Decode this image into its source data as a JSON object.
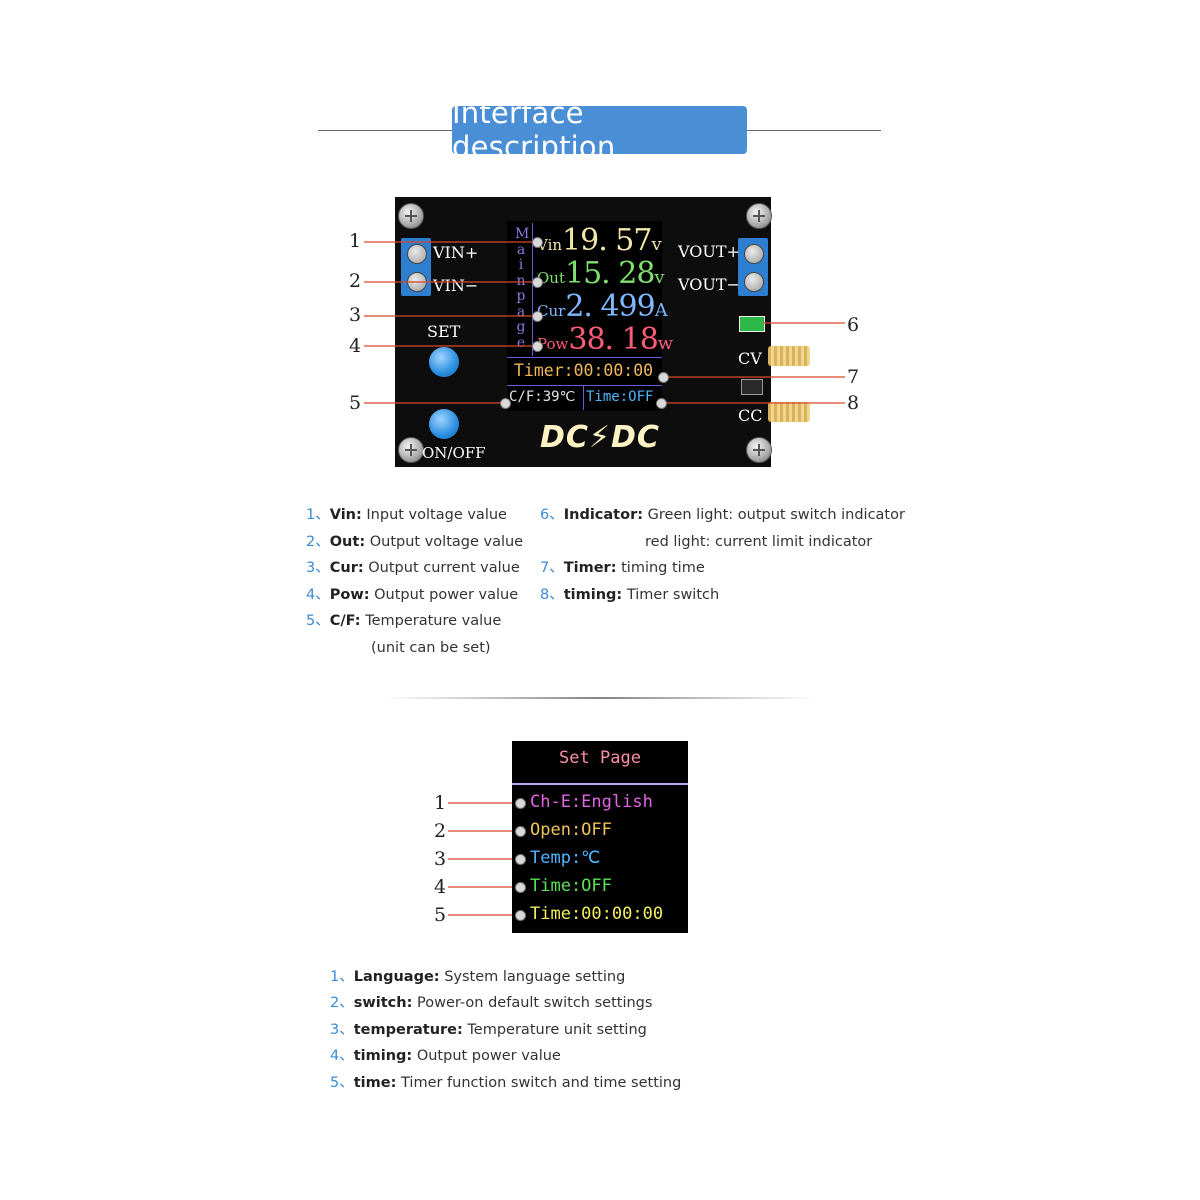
{
  "header": {
    "title": "Interface description"
  },
  "board": {
    "terminals": {
      "vin_plus": "VIN+",
      "vin_minus": "VIN−",
      "vout_plus": "VOUT+",
      "vout_minus": "VOUT−"
    },
    "buttons": {
      "set": "SET",
      "onoff": "ON/OFF"
    },
    "indicators": {
      "cv": "CV",
      "cc": "CC"
    },
    "logo_text": "DC⚡DC",
    "lcd": {
      "side_label": [
        "M",
        "a",
        "i",
        "n",
        "p",
        "a",
        "g",
        "e"
      ],
      "rows": [
        {
          "tag": "Vin",
          "value": "19. 57",
          "unit": "v",
          "color": "#f3e7a8"
        },
        {
          "tag": "Out",
          "value": "15. 28",
          "unit": "v",
          "color": "#7fe070"
        },
        {
          "tag": "Cur",
          "value": "2. 499",
          "unit": "A",
          "color": "#7fb8ff"
        },
        {
          "tag": "Pow",
          "value": "38. 18",
          "unit": "w",
          "color": "#ff5c7a"
        }
      ],
      "timer": "Timer:00:00:00",
      "temp": "C/F:39℃",
      "time_switch": "Time:OFF"
    },
    "callouts": [
      "1",
      "2",
      "3",
      "4",
      "5",
      "6",
      "7",
      "8"
    ]
  },
  "main_desc": {
    "left": [
      {
        "n": "1、",
        "k": "Vin:",
        "v": "Input voltage value"
      },
      {
        "n": "2、",
        "k": "Out:",
        "v": "Output voltage value"
      },
      {
        "n": "3、",
        "k": "Cur:",
        "v": "Output current value"
      },
      {
        "n": "4、",
        "k": "Pow:",
        "v": "Output power value"
      },
      {
        "n": "5、",
        "k": "C/F:",
        "v": "Temperature value"
      }
    ],
    "left_extra": "(unit can be set)",
    "right": [
      {
        "n": "6、",
        "k": "Indicator:",
        "v": "Green light: output switch indicator"
      },
      {
        "n": "7、",
        "k": "Timer:",
        "v": "timing time"
      },
      {
        "n": "8、",
        "k": "timing:",
        "v": "Timer switch"
      }
    ],
    "right_extra": "red light: current limit indicator"
  },
  "set_page": {
    "title": "Set Page",
    "rows": [
      {
        "text": "Ch-E:English",
        "color": "#e066e6"
      },
      {
        "text": "Open:OFF",
        "color": "#f3c35a"
      },
      {
        "text": "Temp:℃",
        "color": "#4fb6ff"
      },
      {
        "text": "Time:OFF",
        "color": "#5fe05a"
      },
      {
        "text": "Time:00:00:00",
        "color": "#f3ef5a"
      }
    ],
    "callouts": [
      "1",
      "2",
      "3",
      "4",
      "5"
    ]
  },
  "set_desc": [
    {
      "n": "1、",
      "k": "Language:",
      "v": "System language setting"
    },
    {
      "n": "2、",
      "k": "switch:",
      "v": "Power-on default switch settings"
    },
    {
      "n": "3、",
      "k": "temperature:",
      "v": "Temperature unit setting"
    },
    {
      "n": "4、",
      "k": "timing:",
      "v": "Output power value"
    },
    {
      "n": "5、",
      "k": "time:",
      "v": "Timer function switch and time setting"
    }
  ],
  "colors": {
    "accent": "#4a8fd6",
    "callout_line": "#d9482b",
    "board": "#0d0d0d"
  }
}
